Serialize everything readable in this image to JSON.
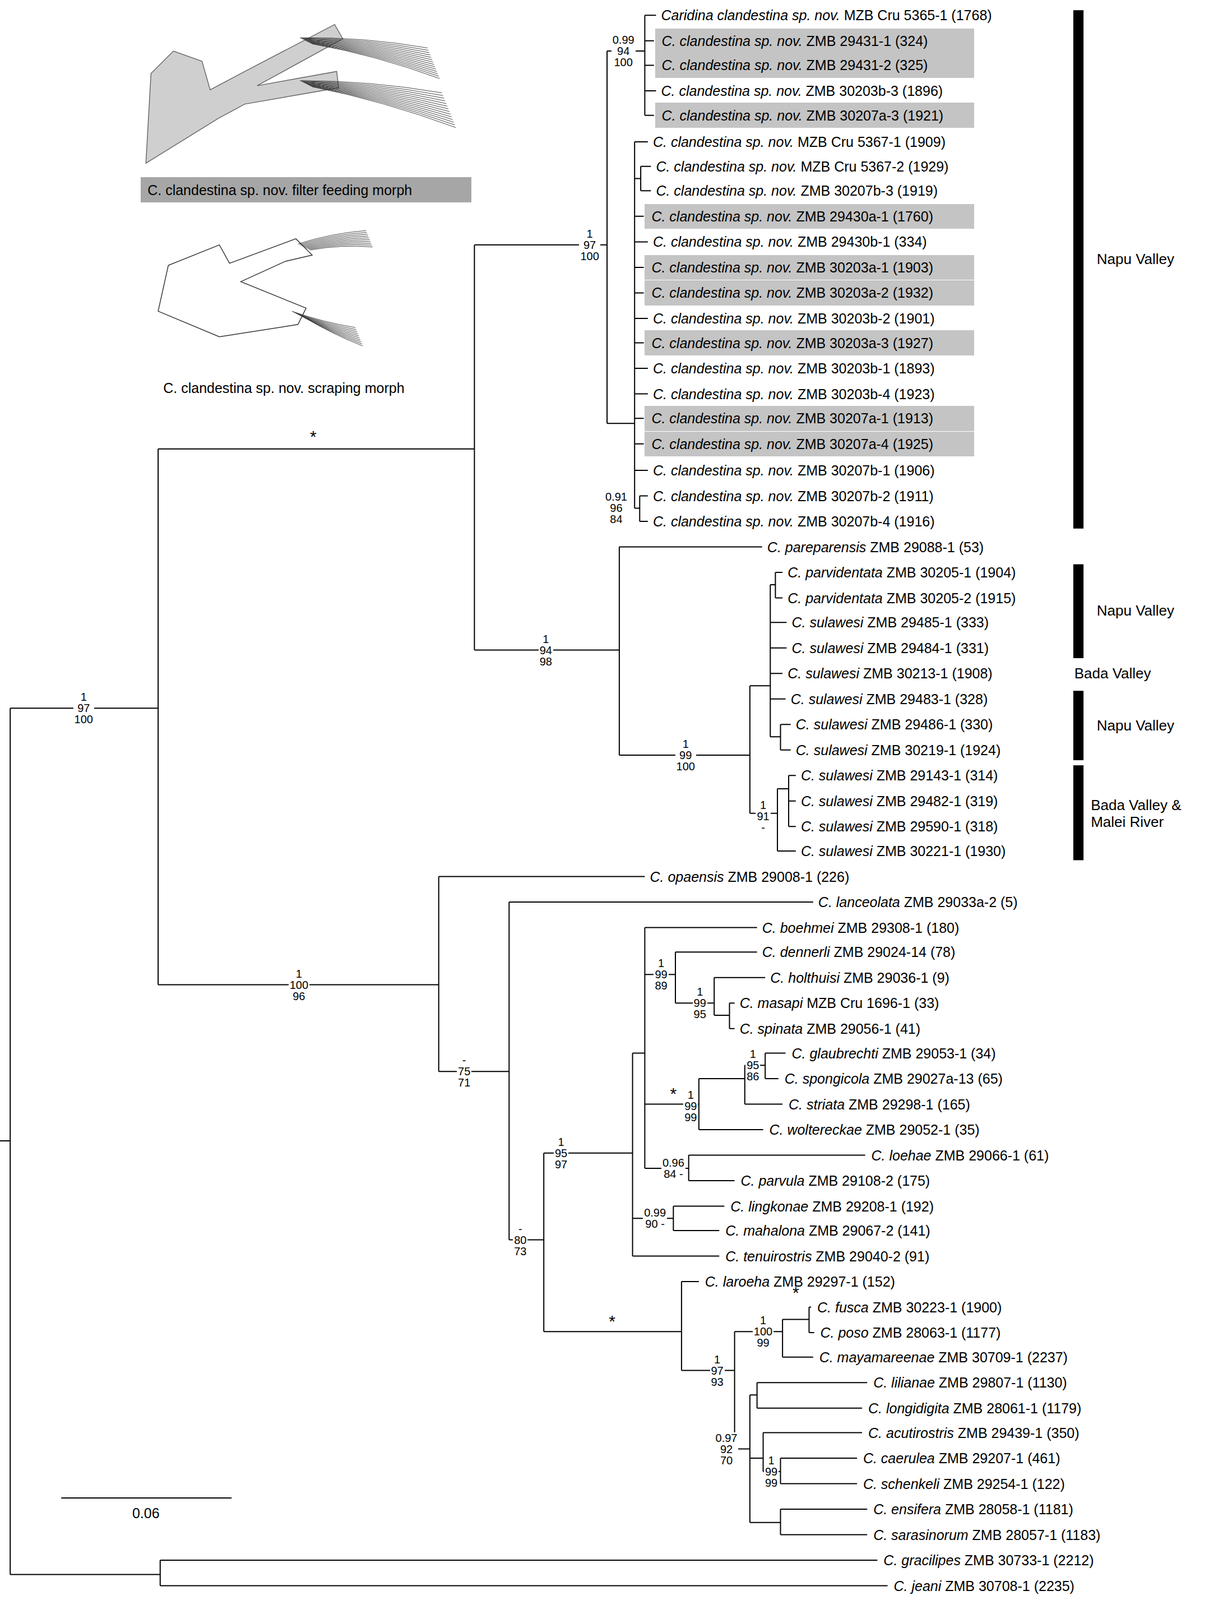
{
  "diagram": {
    "nodes": [
      {
        "text": [
          "C. clandestina sp. nov. filter feeding morph"
        ]
      },
      {
        "text": [
          "C. clandestina sp. nov. ZMB 29431-1 (324)"
        ]
      },
      {
        "text": [
          "C. clandestina sp. nov. ZMB 29431-2 (325)"
        ]
      },
      {
        "text": [
          "C. clandestina sp. nov. ZMB 30207a-3 (1921)"
        ]
      },
      {
        "text": [
          "C. clandestina sp. nov. ZMB 29430a-1 (1760)"
        ]
      },
      {
        "text": [
          "C. clandestina sp. nov. ZMB 30203a-1 (1903)"
        ]
      },
      {
        "text": [
          "C. clandestina sp. nov. ZMB 30203a-2 (1932)"
        ]
      },
      {
        "text": [
          "C. clandestina sp. nov. ZMB 30203a-3 (1927)"
        ]
      },
      {
        "text": [
          "C. clandestina sp. nov. ZMB 30207a-1 (1913)"
        ]
      },
      {
        "text": [
          "C. clandestina sp. nov. ZMB 30207a-4 (1925)"
        ]
      }
    ],
    "labels": [
      "Caridina clandestina sp. nov. MZB Cru 5365-1 (1768)",
      "C. clandestina sp. nov. ZMB 30203b-3 (1896)",
      "C. clandestina sp. nov. MZB Cru 5367-1 (1909)",
      "C. clandestina sp. nov. MZB Cru 5367-2 (1929)",
      "C. clandestina sp. nov. ZMB 30207b-3 (1919)",
      "C. clandestina sp. nov. ZMB 29430b-1 (334)",
      "C. clandestina sp. nov. ZMB 30203b-2 (1901)",
      "C. clandestina sp. nov. ZMB 30203b-1 (1893)",
      "C. clandestina sp. nov. ZMB 30203b-4 (1923)",
      "C. clandestina sp. nov. ZMB 30207b-1 (1906)",
      "C. clandestina sp. nov. ZMB 30207b-2 (1911)",
      "C. clandestina sp. nov. ZMB 30207b-4 (1916)",
      "C. pareparensis ZMB 29088-1 (53)",
      "C. parvidentata ZMB 30205-1 (1904)",
      "C. parvidentata ZMB 30205-2 (1915)",
      "C. sulawesi ZMB 29485-1 (333)",
      "C. sulawesi ZMB 29484-1 (331)",
      "C. sulawesi ZMB 30213-1 (1908)",
      "C. sulawesi ZMB 29483-1 (328)",
      "C. sulawesi ZMB 29486-1 (330)",
      "C. sulawesi ZMB 30219-1 (1924)",
      "C. sulawesi ZMB 29143-1 (314)",
      "C. sulawesi ZMB 29482-1 (319)",
      "C. sulawesi ZMB 29590-1 (318)",
      "C. sulawesi ZMB 30221-1 (1930)",
      "C. opaensis ZMB 29008-1 (226)",
      "C. lanceolata ZMB 29033a-2 (5)",
      "C. boehmei ZMB 29308-1 (180)",
      "C. dennerli ZMB 29024-14 (78)",
      "C. holthuisi ZMB 29036-1 (9)",
      "C. masapi MZB Cru 1696-1 (33)",
      "C. spinata ZMB 29056-1 (41)",
      "C. glaubrechti ZMB 29053-1 (34)",
      "C. spongicola ZMB 29027a-13 (65)",
      "C. striata ZMB 29298-1 (165)",
      "C. woltereckae ZMB 29052-1 (35)",
      "C. loehae ZMB 29066-1 (61)",
      "C. parvula ZMB 29108-2 (175)",
      "C. lingkonae ZMB 29208-1 (192)",
      "C. mahalona ZMB 29067-2 (141)",
      "C. tenuirostris ZMB 29040-2 (91)",
      "C. laroeha ZMB 29297-1 (152)",
      "C. fusca ZMB 30223-1 (1900)",
      "C. poso ZMB 28063-1 (1177)",
      "C. mayamareenae ZMB 30709-1 (2237)",
      "C. lilianae ZMB 29807-1 (1130)",
      "C. longidigita ZMB 28061-1 (1179)",
      "C. acutirostris ZMB 29439-1 (350)",
      "C. caerulea ZMB 29207-1 (461)",
      "C. schenkeli ZMB 29254-1 (122)",
      "C. ensifera ZMB 28058-1 (1181)",
      "C. sarasinorum ZMB 28057-1 (1183)",
      "C. gracilipes ZMB 30733-1 (2212)",
      "C. jeani ZMB 30708-1 (2235)",
      "1 97 100",
      "*",
      "1 97 100",
      "0.99 94 100",
      "0.91 96 84",
      "1 94 98",
      "1 99 100",
      "1 91 -",
      "1 100 96",
      "- 75 71",
      "- 80 73",
      "1 95 97",
      "*",
      "1 99 89",
      "1 99 95",
      "*",
      "1 99 99",
      "1 95 86",
      "0.96 84 -",
      "0.99 90 -",
      "1 97 93",
      "1 100 99",
      "*",
      "0.97 92 70",
      "1 99 99",
      "Napu Valley",
      "Napu Valley",
      "Bada Valley",
      "Napu Valley",
      "Bada Valley & Malei River",
      "C. clandestina sp. nov. scraping morph",
      "0.06"
    ]
  }
}
